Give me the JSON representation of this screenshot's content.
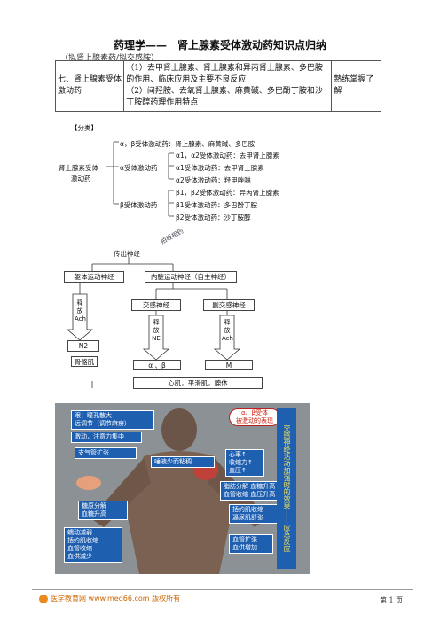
{
  "header": {
    "title": "药理学——　肾上腺素受体激动药知识点归纳",
    "subtitle": "（拟肾上腺素药/拟交感胺）"
  },
  "summary_table": {
    "col1": "七、肾上腺素受体激动药",
    "col2_line1": "（1）去甲肾上腺素、肾上腺素和异丙肾上腺素、多巴胺的作用、临床应用及主要不良反应",
    "col2_line2": "（2）间羟胺、去氧肾上腺素、麻黄碱、多巴酚丁胺和沙丁胺醇药理作用特点",
    "col3": "熟练掌握了解"
  },
  "classification": {
    "heading": "【分类】",
    "root_line1": "肾上腺素受体",
    "root_line2": "激动药",
    "ab": "α，β受体激动药：肾上腺素、麻黄碱、多巴胺",
    "alpha": "α受体激动药",
    "a12": "α1，α2受体激动药：去甲肾上腺素",
    "a1": "α1受体激动药：去甲肾上腺素",
    "a2": "α2受体激动药：羟甲唑啉",
    "beta": "β受体激动药",
    "b12": "β1，β2受体激动药：异丙肾上腺素",
    "b1": "β1受体激动药：多巴酚丁胺",
    "b2": "β2受体激动药：沙丁胺醇"
  },
  "stamp": "拍板相药",
  "nerves": {
    "efferent": "传出神经",
    "somatic": "躯体运动神经",
    "autonomic": "内脏运动神经（自主神经）",
    "sympathetic": "交感神经",
    "parasympathetic": "副交感神经",
    "release_ach_1": "释放Ach",
    "release_ne": "释放NE",
    "release_ach_2": "释放Ach",
    "n2": "N2",
    "skeletal": "骨骼肌",
    "alpha_beta": "α 、β",
    "m": "M",
    "effectors": "心肌，平滑肌，腺体"
  },
  "illustration": {
    "eye": "眼：瞳孔散大\n远调节（调节麻痹）",
    "brain": "激动，注意力集中",
    "bronchus": "支气管扩张",
    "saliva": "唾液少而粘稠",
    "heart": "心率↑\n收缩力↑\n血压↑",
    "fat": "脂肪分解 血糖升高\n血管收缩 血压升高",
    "sphincter": "括约肌收缩\n逼尿肌舒张",
    "glycogen": "糖原分解\n血糖升高",
    "gi": "蠕动减弱\n括约肌收缩\n血管收缩\n血供减少",
    "vessel": "血管扩张\n血供增加",
    "pill": "α、β受体\n被激动的表现",
    "side": "交感神经活动加强时的效果——应急反应"
  },
  "footer": {
    "left": "医学教育网 www.med66.com 版权所有",
    "right": "第 1 页"
  }
}
